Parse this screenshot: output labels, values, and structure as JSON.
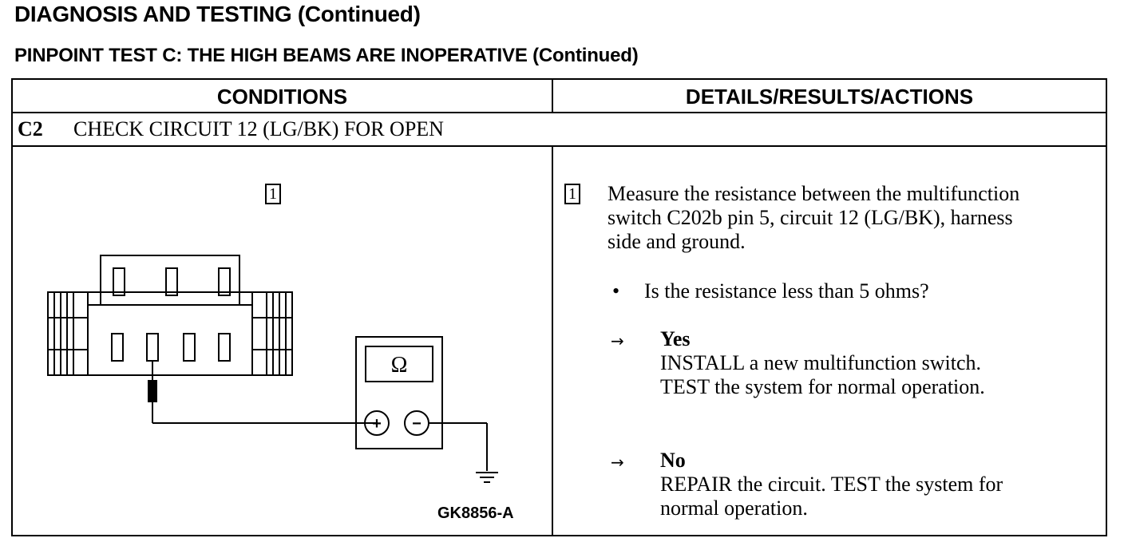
{
  "page": {
    "section_title": "DIAGNOSIS AND TESTING (Continued)",
    "test_title": "PINPOINT TEST C: THE HIGH BEAMS ARE INOPERATIVE (Continued)"
  },
  "table": {
    "col_conditions": "CONDITIONS",
    "col_details": "DETAILS/RESULTS/ACTIONS",
    "step_id": "C2",
    "step_title": "CHECK CIRCUIT 12 (LG/BK) FOR OPEN"
  },
  "figure": {
    "ref_number": "1",
    "meter_symbol": "Ω",
    "plus_symbol": "+",
    "minus_symbol": "−",
    "figure_id": "GK8856-A",
    "icons": [
      "connector",
      "multimeter",
      "ground-symbol"
    ]
  },
  "details": {
    "ref_number": "1",
    "instruction_line1": "Measure the resistance between the multifunction",
    "instruction_line2": "switch C202b pin 5, circuit 12 (LG/BK), harness",
    "instruction_line3": "side and ground.",
    "bullet": "•",
    "question": "Is the resistance less than 5 ohms?",
    "arrow": "→",
    "yes_label": "Yes",
    "yes_action_line1": "INSTALL a new multifunction switch.",
    "yes_action_line2": "TEST the system for normal operation.",
    "no_label": "No",
    "no_action_line1": "REPAIR the circuit. TEST the system for",
    "no_action_line2": "normal operation."
  }
}
